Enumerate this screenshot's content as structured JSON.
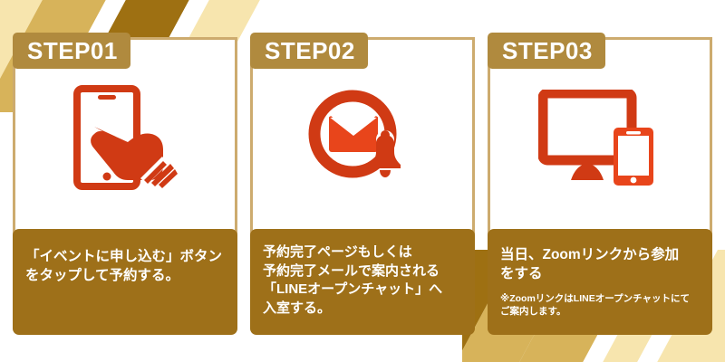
{
  "theme": {
    "accent_red": "#d03a14",
    "badge_brown": "#b08a3e",
    "caption_brown": "#9e7019",
    "border_tan": "#cdab6e",
    "stripe_cream": "#f7e5ae",
    "stripe_gold": "#d7b35a",
    "stripe_dark": "#9e7012",
    "stripe_white": "#ffffff",
    "page_background": "#ffffff",
    "text_white": "#ffffff"
  },
  "steps": [
    {
      "badge": "STEP01",
      "icon": "smartphone-tap-icon",
      "caption_lines": [
        "「イベントに申し込む」ボタン",
        "をタップして予約する。"
      ],
      "note_lines": []
    },
    {
      "badge": "STEP02",
      "icon": "mail-notification-icon",
      "caption_lines": [
        "予約完了ページもしくは",
        "予約完了メールで案内される",
        "「LINEオープンチャット」へ",
        "入室する。"
      ],
      "note_lines": []
    },
    {
      "badge": "STEP03",
      "icon": "monitor-smartphone-icon",
      "caption_lines": [
        "当日、Zoomリンクから参加",
        "をする"
      ],
      "note_lines": [
        "※ZoomリンクはLINEオープンチャットにて",
        "ご案内します。"
      ]
    }
  ]
}
